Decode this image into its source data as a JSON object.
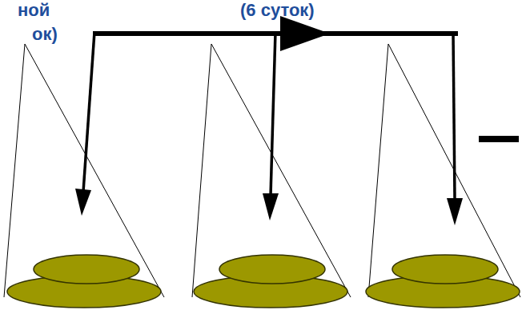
{
  "diagram": {
    "labels": [
      "ной",
      "ок)",
      "(6 суток)"
    ]
  }
}
